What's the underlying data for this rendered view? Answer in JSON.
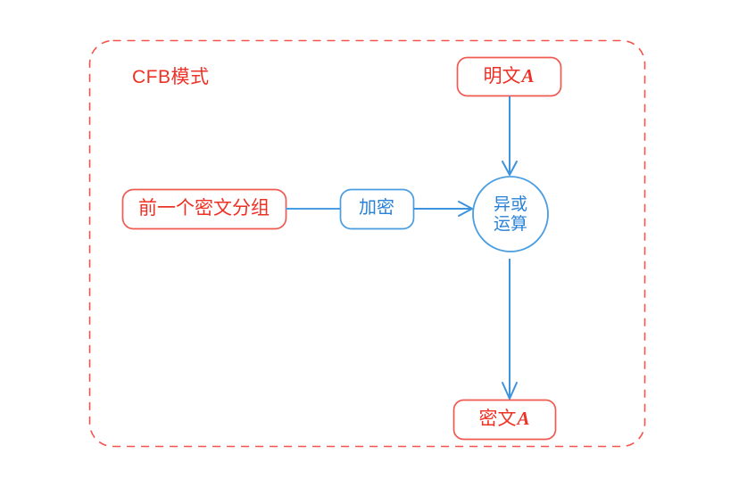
{
  "diagram": {
    "title": "CFB模式",
    "container": {
      "name": "cfb-mode-dashed-container",
      "stroke": "#f2554b",
      "style": "dashed-rounded"
    },
    "colors": {
      "red": "#ee3124",
      "red_stroke": "#f2554b",
      "blue": "#2a82d8",
      "blue_stroke": "#4a9de0",
      "background": "#ffffff"
    },
    "nodes": [
      {
        "id": "plaintext",
        "label": "明文A",
        "shape": "rounded-rect",
        "color": "red"
      },
      {
        "id": "prev-cipher-block",
        "label": "前一个密文分组",
        "shape": "rounded-rect",
        "color": "red"
      },
      {
        "id": "encrypt",
        "label": "加密",
        "shape": "rounded-rect",
        "color": "blue"
      },
      {
        "id": "xor",
        "label_line1": "异或",
        "label_line2": "运算",
        "shape": "circle",
        "color": "blue"
      },
      {
        "id": "ciphertext",
        "label": "密文A",
        "shape": "rounded-rect",
        "color": "red"
      }
    ],
    "edges": [
      {
        "from": "plaintext",
        "to": "xor",
        "arrow": true,
        "direction": "down"
      },
      {
        "from": "prev-cipher-block",
        "to": "encrypt",
        "arrow": false,
        "direction": "right"
      },
      {
        "from": "encrypt",
        "to": "xor",
        "arrow": true,
        "direction": "right"
      },
      {
        "from": "xor",
        "to": "ciphertext",
        "arrow": true,
        "direction": "down"
      }
    ]
  }
}
